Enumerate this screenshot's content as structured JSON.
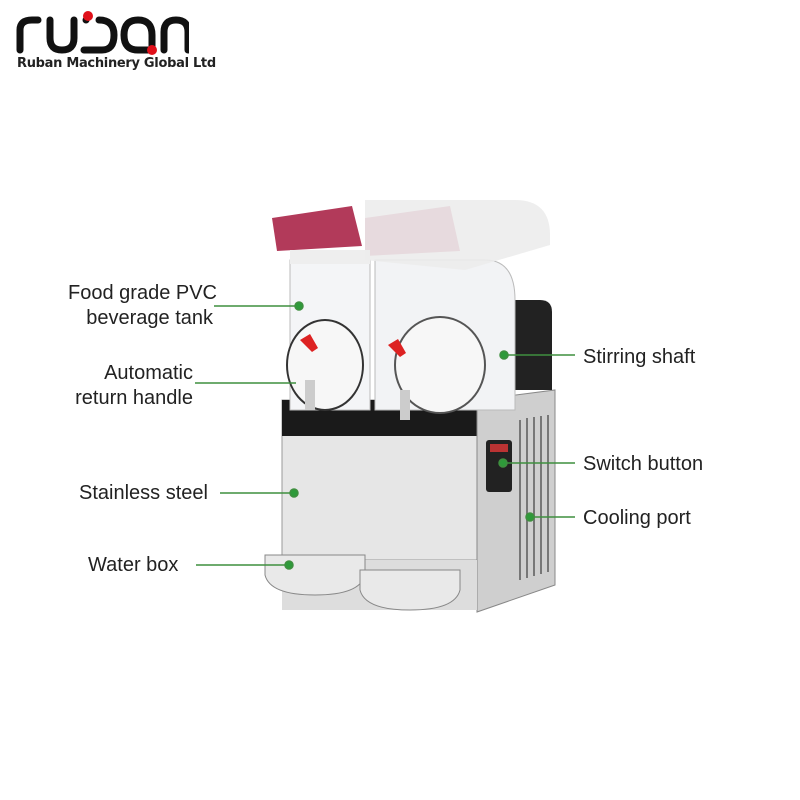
{
  "brand": {
    "logo_word": "ruban",
    "company": "Ruban Machinery Global Ltd",
    "accent": "#e0101a"
  },
  "callouts": {
    "tank": [
      "Food grade PVC",
      "beverage tank"
    ],
    "handle": [
      "Automatic",
      "return handle"
    ],
    "steel": "Stainless steel",
    "water_box": "Water box",
    "stirring": "Stirring shaft",
    "switch": "Switch button",
    "cooling": "Cooling port"
  },
  "colors": {
    "leader": "#3f8f3f",
    "dot": "#2e9a3a"
  }
}
